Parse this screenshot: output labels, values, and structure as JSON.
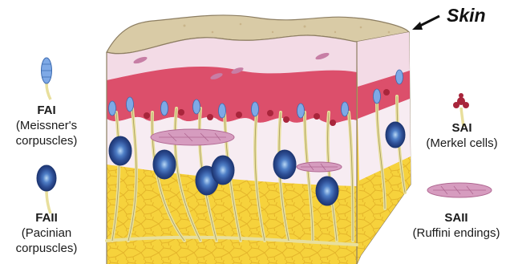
{
  "skin_label": "Skin",
  "receptors": {
    "fai": {
      "code": "FAI",
      "line1": "(Meissner's",
      "line2": "corpuscles)"
    },
    "faii": {
      "code": "FAII",
      "line1": "(Pacinian",
      "line2": "corpuscles)"
    },
    "sai": {
      "code": "SAI",
      "line1": "(Merkel cells)"
    },
    "saii": {
      "code": "SAII",
      "line1": "(Ruffini endings)"
    }
  },
  "colors": {
    "epidermis_top": "#d9cba6",
    "epidermis_pink": "#f3dbe6",
    "basal_red": "#dc4f6b",
    "dermis": "#f7ecf2",
    "fat": "#f6d23c",
    "nerve": "#efe8b8",
    "meissner": "#7ea9e6",
    "pacinian": "#2c4f9c",
    "merkel": "#a8253b",
    "ruffini": "#d69cbf"
  }
}
